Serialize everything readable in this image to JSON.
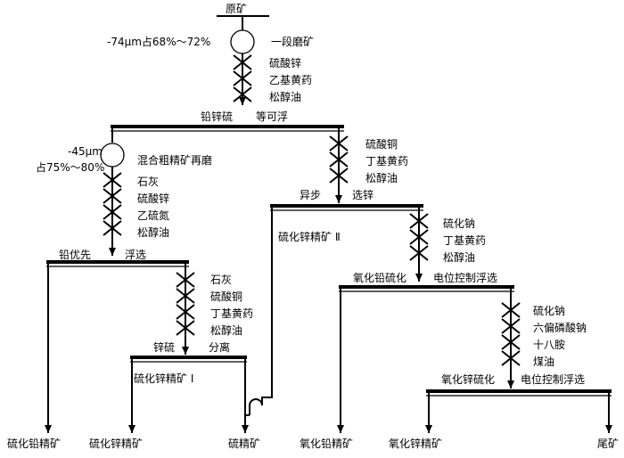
{
  "feed": "原矿",
  "grind1": {
    "size": "-74μm占68%～72%",
    "label": "一段磨矿"
  },
  "reagents1": [
    "硫酸锌",
    "乙基黄药",
    "松醇油"
  ],
  "stage1": {
    "left": "铅锌硫",
    "right": "等可浮"
  },
  "regrind": {
    "size_line1": "-45μm",
    "size_line2": "占75%～80%",
    "label": "混合粗精矿再磨"
  },
  "reagents_pb": [
    "石灰",
    "硫酸锌",
    "乙硫氮",
    "松醇油"
  ],
  "stage_pb": {
    "left": "铅优先",
    "right": "浮选"
  },
  "reagents_zn": [
    "硫酸铜",
    "丁基黄药",
    "松醇油"
  ],
  "stage_zn": {
    "left": "异步",
    "right": "选锌"
  },
  "zn_conc_2": "硫化锌精矿 Ⅱ",
  "reagents_s": [
    "石灰",
    "硫酸铜",
    "丁基黄药",
    "松醇油"
  ],
  "stage_s": {
    "left": "锌硫",
    "right": "分离"
  },
  "zn_conc_1": "硫化锌精矿 Ⅰ",
  "reagents_oxpb": [
    "硫化钠",
    "丁基黄药",
    "松醇油"
  ],
  "stage_oxpb": {
    "left": "氧化铅硫化",
    "right": "电位控制浮选"
  },
  "reagents_oxzn": [
    "硫化钠",
    "六偏磷酸钠",
    "十八胺",
    "煤油"
  ],
  "stage_oxzn": {
    "left": "氧化锌硫化",
    "right": "电位控制浮选"
  },
  "products": [
    "硫化铅精矿",
    "硫化锌精矿",
    "硫精矿",
    "氧化铅精矿",
    "氧化锌精矿",
    "尾矿"
  ]
}
